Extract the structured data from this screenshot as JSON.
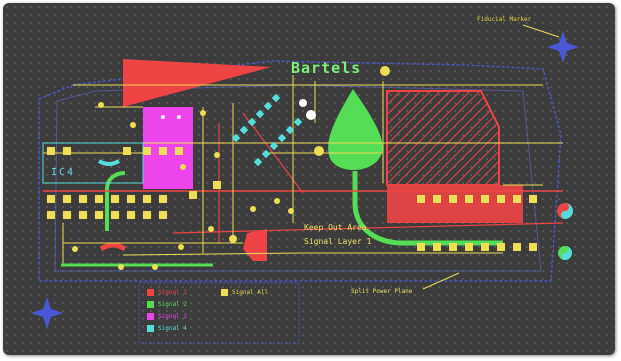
{
  "board": {
    "name": "Bartels",
    "ic_label": "IC4",
    "fiducial_label": "Fiducial Marker",
    "keepout_line1": "Keep Out Area",
    "keepout_line2": "Signal Layer 1",
    "split_power_label": "Split Power Plane"
  },
  "legend": {
    "items": [
      {
        "label": "Signal 1",
        "color": "#ee4444"
      },
      {
        "label": "Signal 2",
        "color": "#55dd55"
      },
      {
        "label": "Signal 3",
        "color": "#ee44ee"
      },
      {
        "label": "Signal 4",
        "color": "#55dddd"
      },
      {
        "label": "Signal All",
        "color": "#eedd55"
      }
    ]
  },
  "colors": {
    "background": "#3c3c3c",
    "signal1": "#ee4444",
    "signal2": "#55dd55",
    "signal3": "#ee44ee",
    "signal4": "#55dddd",
    "signal_all": "#eedd55",
    "outline": "#4a58c8"
  }
}
